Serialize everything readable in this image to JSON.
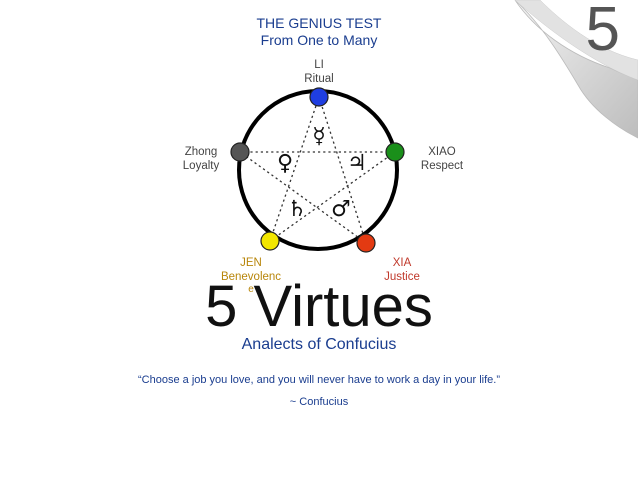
{
  "header": {
    "line1": "THE GENIUS TEST",
    "line2": "From One to Many"
  },
  "page_number": "5",
  "nodes": [
    {
      "id": "li",
      "name": "LI",
      "virtue": "Ritual",
      "color": "#1f3ee0"
    },
    {
      "id": "xiao",
      "name": "XIAO",
      "virtue": "Respect",
      "color": "#1a8f1a"
    },
    {
      "id": "xia",
      "name": "XIA",
      "virtue": "Justice",
      "color": "#e33a12"
    },
    {
      "id": "jen",
      "name": "JEN",
      "virtue": "Benevolenc",
      "virtue_tail": "e",
      "color": "#f2e600"
    },
    {
      "id": "zhong",
      "name": "Zhong",
      "virtue": "Loyalty",
      "color": "#555555"
    }
  ],
  "symbols": {
    "mercury": "☿",
    "venus": "♀",
    "jupiter": "♃",
    "saturn": "♄",
    "mars": "♂"
  },
  "hero": {
    "number": "5",
    "word": "Virtues"
  },
  "subtitle": "Analects of Confucius",
  "quote": "“Choose a job you love, and you will never have to work a day in your life.”",
  "citation": "~ Confucius"
}
